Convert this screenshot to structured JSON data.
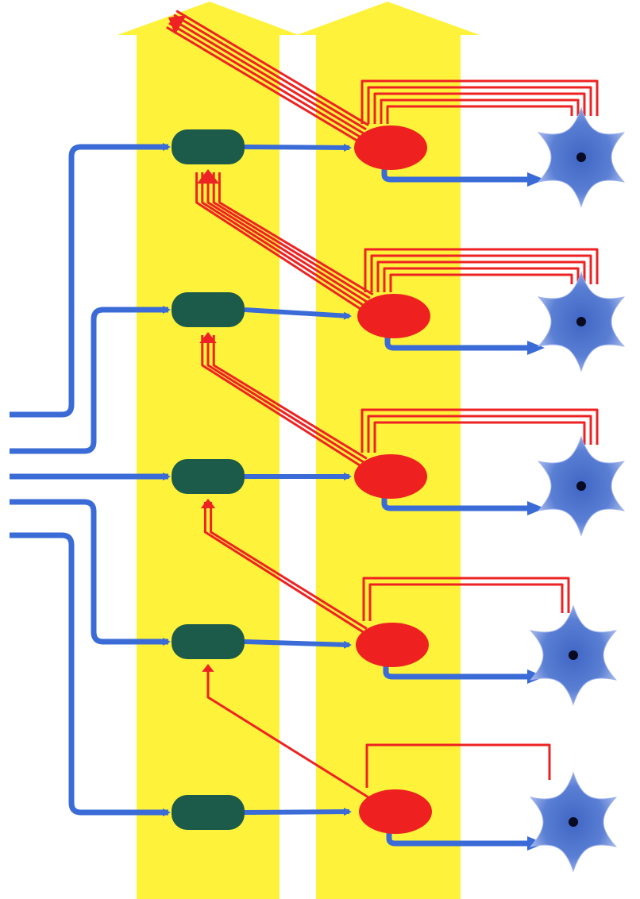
{
  "diagram": {
    "colors": {
      "background": "#ffffff",
      "column": "#fff23a",
      "input_line": "#3a6bd6",
      "feedback": "#ee2222",
      "green_node": "#1c5a4a",
      "red_node": "#ee2020",
      "cell_body": "#4a6ec8",
      "cell_edge": "#9fb2ec",
      "nucleus": "#0a0a22"
    },
    "columns": [
      {
        "id": "left-column"
      },
      {
        "id": "right-column"
      }
    ],
    "rows": [
      {
        "id": "row-1",
        "feedback_to_target_lines": 5,
        "target": "top",
        "self_loop_lines": 5
      },
      {
        "id": "row-2",
        "feedback_to_target_lines": 5,
        "target": "green",
        "self_loop_lines": 5
      },
      {
        "id": "row-3",
        "feedback_to_target_lines": 3,
        "target": "green",
        "self_loop_lines": 3
      },
      {
        "id": "row-4",
        "feedback_to_target_lines": 2,
        "target": "green",
        "self_loop_lines": 2
      },
      {
        "id": "row-5",
        "feedback_to_target_lines": 1,
        "target": "green",
        "self_loop_lines": 1
      }
    ]
  }
}
